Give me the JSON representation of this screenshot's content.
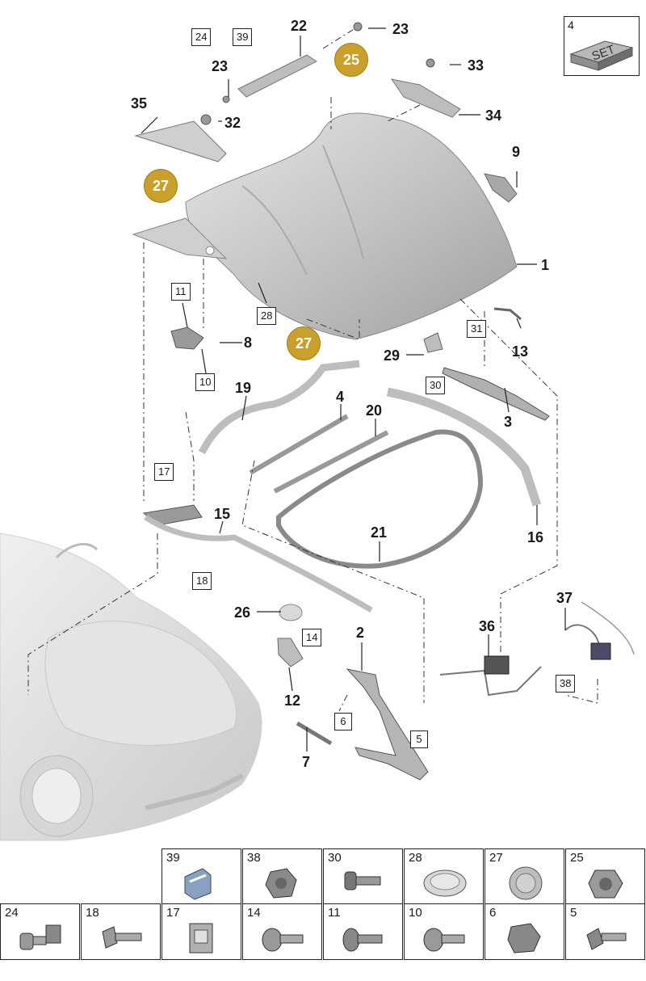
{
  "callouts": {
    "c1": "1",
    "c2": "2",
    "c3": "3",
    "c4": "4",
    "c7": "7",
    "c8": "8",
    "c9": "9",
    "c12": "12",
    "c13": "13",
    "c15": "15",
    "c16": "16",
    "c19": "19",
    "c20": "20",
    "c21": "21",
    "c22": "22",
    "c23a": "23",
    "c23b": "23",
    "c26": "26",
    "c29": "29",
    "c32": "32",
    "c33": "33",
    "c34": "34",
    "c35": "35",
    "c36": "36",
    "c37": "37"
  },
  "boxed": {
    "b24": "24",
    "b39": "39",
    "b11": "11",
    "b10": "10",
    "b28": "28",
    "b31": "31",
    "b30": "30",
    "b17": "17",
    "b18": "18",
    "b14": "14",
    "b6": "6",
    "b5": "5",
    "b38": "38"
  },
  "gold": {
    "g25": "25",
    "g27a": "27",
    "g27b": "27"
  },
  "set_box": {
    "number": "4",
    "label": "SET"
  },
  "legend_row1": [
    "39",
    "38",
    "30",
    "28",
    "27",
    "25"
  ],
  "legend_row2": [
    "24",
    "18",
    "17",
    "14",
    "11",
    "10",
    "6",
    "5"
  ],
  "colors": {
    "gold": "#c8a02b",
    "part_gray": "#c9c9c9",
    "car_gray": "#dcdcdc"
  }
}
